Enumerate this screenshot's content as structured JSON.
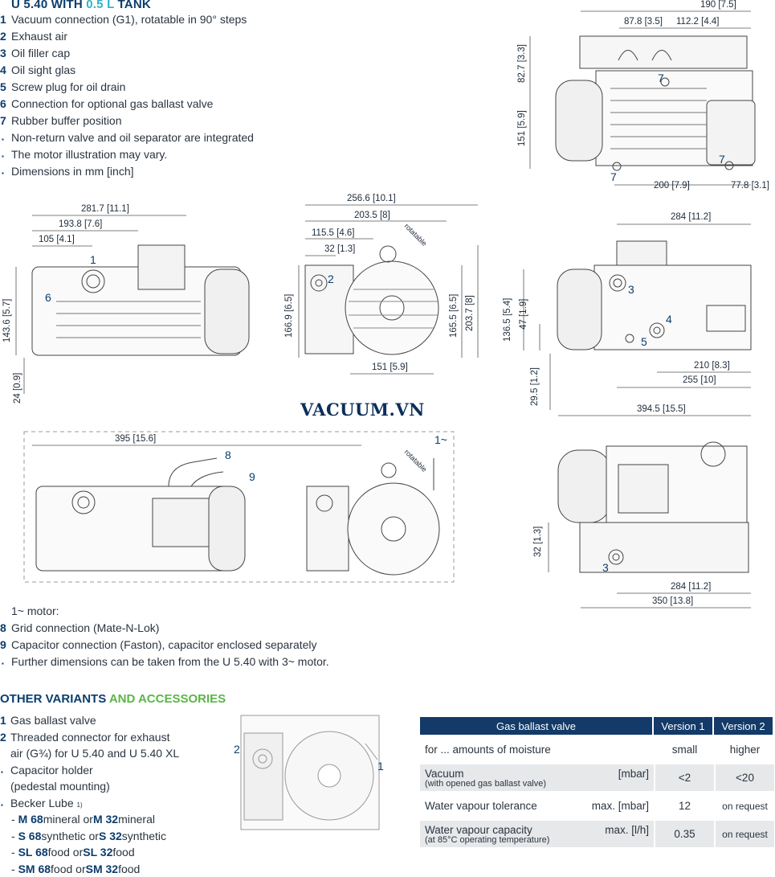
{
  "title": {
    "prefix": "U 5.40 WITH ",
    "highlight": "0.5 L",
    "suffix": " TANK"
  },
  "legend": [
    {
      "marker": "1",
      "text": "Vacuum connection (G1), rotatable in 90° steps"
    },
    {
      "marker": "2",
      "text": "Exhaust air"
    },
    {
      "marker": "3",
      "text": "Oil filler cap"
    },
    {
      "marker": "4",
      "text": "Oil sight glas"
    },
    {
      "marker": "5",
      "text": "Screw plug for oil drain"
    },
    {
      "marker": "6",
      "text": "Connection for optional gas ballast valve"
    },
    {
      "marker": "7",
      "text": "Rubber buffer position"
    },
    {
      "marker": "▪",
      "text": "Non-return valve and oil separator are integrated"
    },
    {
      "marker": "▪",
      "text": "The motor illustration may vary."
    },
    {
      "marker": "▪",
      "text": "Dimensions in mm [inch]"
    }
  ],
  "dimensions": {
    "top_right_190": "190 [7.5]",
    "top_right_87": "87.8 [3.5]",
    "top_right_112": "112.2 [4.4]",
    "top_right_82": "82.7 [3.3]",
    "top_right_151": "151 [5.9]",
    "top_right_200": "200 [7.9]",
    "top_right_77": "77.8 [3.1]",
    "side_281": "281.7 [11.1]",
    "side_193": "193.8 [7.6]",
    "side_105": "105 [4.1]",
    "side_143": "143.6 [5.7]",
    "side_24": "24 [0.9]",
    "front_256": "256.6 [10.1]",
    "front_203": "203.5 [8]",
    "front_115": "115.5 [4.6]",
    "front_32": "32 [1.3]",
    "front_166": "166.9 [6.5]",
    "front_165": "165.5 [6.5]",
    "front_203_7": "203.7 [8]",
    "front_151": "151 [5.9]",
    "rotatable": "rotatable",
    "right_284": "284 [11.2]",
    "right_136": "136.5 [5.4]",
    "right_47": "47 [1.9]",
    "right_210": "210 [8.3]",
    "right_255": "255 [10]",
    "right_29": "29.5 [1.2]",
    "bottom_394": "394.5 [15.5]",
    "bottom_32": "32 [1.3]",
    "bottom_284": "284 [11.2]",
    "bottom_350": "350 [13.8]",
    "single_395": "395 [15.6]",
    "single_phase_tag": "1~"
  },
  "callouts": {
    "c1": "1",
    "c2": "2",
    "c3": "3",
    "c4": "4",
    "c5": "5",
    "c6": "6",
    "c7": "7",
    "c8": "8",
    "c9": "9"
  },
  "watermark": "VACUUM.VN",
  "motor_note": {
    "heading": "1~ motor:",
    "items": [
      {
        "marker": "8",
        "text": "Grid connection (Mate-N-Lok)"
      },
      {
        "marker": "9",
        "text": "Capacitor connection (Faston), capacitor enclosed separately"
      },
      {
        "marker": "▪",
        "text": "Further dimensions can be taken from the U 5.40 with 3~ motor."
      }
    ]
  },
  "section2": {
    "prefix": "OTHER VARIANTS ",
    "highlight": "AND ACCESSORIES"
  },
  "accessories": {
    "item1": "Gas ballast valve",
    "item2a": "Threaded connector for exhaust",
    "item2b": "air (G¾) for U 5.40 and U 5.40 XL",
    "cap_a": "Capacitor holder",
    "cap_b": "(pedestal mounting)",
    "lube": "Becker Lube",
    "lube_sup": "1)",
    "oils": [
      {
        "a": "M 68",
        "a_txt": " mineral or ",
        "b": "M 32",
        "b_txt": " mineral"
      },
      {
        "a": "S 68",
        "a_txt": " synthetic or ",
        "b": "S 32",
        "b_txt": " synthetic"
      },
      {
        "a": "SL 68",
        "a_txt": " food or ",
        "b": "SL 32",
        "b_txt": " food"
      },
      {
        "a": "SM 68",
        "a_txt": " food or ",
        "b": "SM 32",
        "b_txt": " food"
      }
    ],
    "img_label_1": "1",
    "img_label_2": "2"
  },
  "gas_ballast_table": {
    "headers": [
      "Gas ballast valve",
      "Version 1",
      "Version 2"
    ],
    "rows": [
      {
        "label": "for ... amounts of moisture",
        "sub": "",
        "unit": "",
        "v1": "small",
        "v2": "higher"
      },
      {
        "label": "Vacuum",
        "sub": "(with opened gas ballast valve)",
        "unit": "[mbar]",
        "v1": "<2",
        "v2": "<20"
      },
      {
        "label": "Water vapour tolerance",
        "sub": "",
        "unit": "max. [mbar]",
        "v1": "12",
        "v2": "on request"
      },
      {
        "label": "Water vapour capacity",
        "sub": "(at 85°C operating temperature)",
        "unit": "max. [l/h]",
        "v1": "0.35",
        "v2": "on request"
      }
    ]
  },
  "colors": {
    "brand_blue": "#0b3d6e",
    "teal": "#2fb3c6",
    "green": "#5bb548",
    "table_header": "#133a68",
    "row_shade": "#e6e8ea"
  }
}
